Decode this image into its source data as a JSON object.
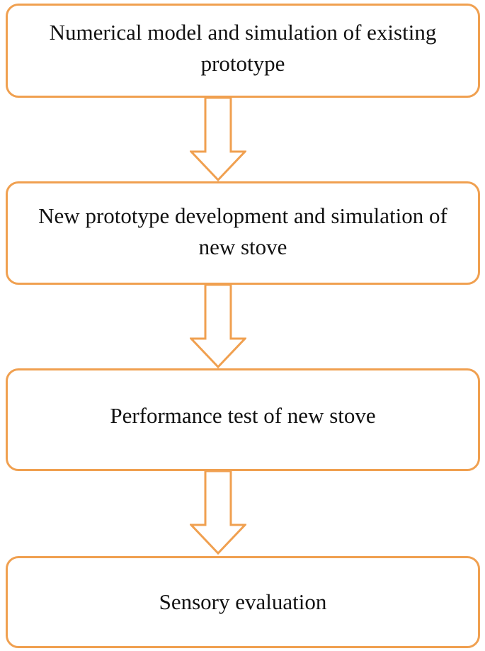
{
  "colors": {
    "accent": "#f0a050",
    "text": "#111111",
    "background": "#ffffff"
  },
  "steps": [
    {
      "label": "Numerical model and simulation of  existing prototype"
    },
    {
      "label": "New prototype development and simulation of  new stove"
    },
    {
      "label": "Performance test of  new stove"
    },
    {
      "label": "Sensory evaluation"
    }
  ]
}
